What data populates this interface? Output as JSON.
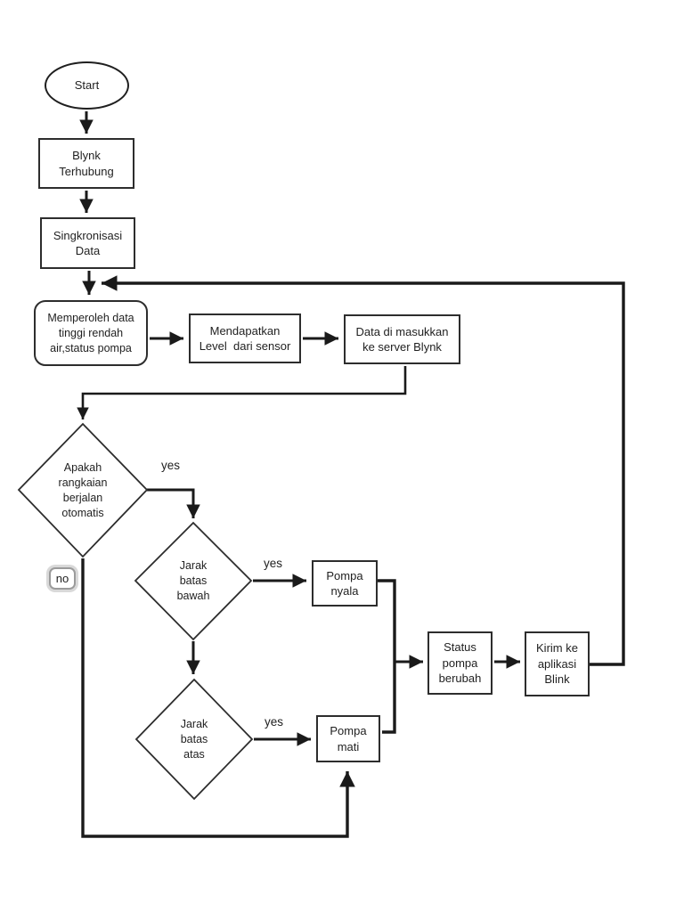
{
  "page": {
    "background": "#ffffff",
    "stroke_color": "#1a1a1a",
    "box_border_color": "#2d2d2d",
    "no_badge_border": "#9b9b9b"
  },
  "flowchart": {
    "nodes": {
      "start": "Start",
      "blynk_terhubung": "Blynk\nTerhubung",
      "singkronisasi": "Singkronisasi\nData",
      "memperoleh": "Memperoleh data\ntinggi rendah\nair,status pompa",
      "mendapatkan": "Mendapatkan\nLevel  dari sensor",
      "data_masukkan": "Data di masukkan\nke server Blynk",
      "apakah_otomatis": "Apakah\nrangkaian\nberjalan\notomatis",
      "jarak_batas_bawah": "Jarak\nbatas\nbawah",
      "pompa_nyala": "Pompa\nnyala",
      "jarak_batas_atas": "Jarak\nbatas\natas",
      "pompa_mati": "Pompa\nmati",
      "status_pompa": "Status\npompa\nberubah",
      "kirim_aplikasi": "Kirim ke\naplikasi\nBlink"
    },
    "edge_labels": {
      "yes_automatic": "yes",
      "yes_lower_limit": "yes",
      "yes_upper_limit": "yes",
      "no": "no"
    }
  }
}
